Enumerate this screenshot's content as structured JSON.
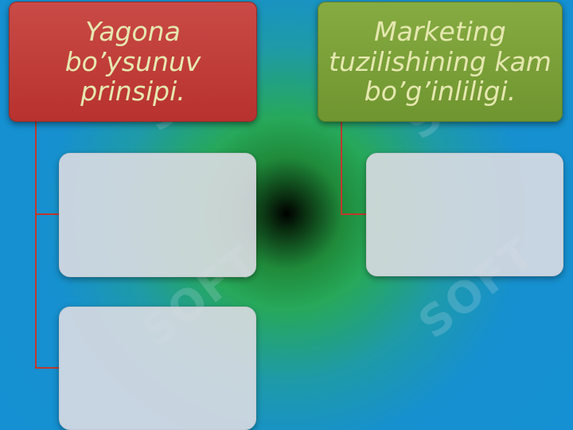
{
  "headers": {
    "left": "Yagona bo’ysunuv prinsipi.",
    "right": "Marketing tuzilishining kam bo’g’inliligi."
  },
  "content": {
    "left_1": "",
    "left_2": "",
    "right_1": ""
  },
  "watermark": "SOFT",
  "colors": {
    "header_left": "#b8322f",
    "header_right": "#6f9530",
    "connector": "#c0392b",
    "header_text": "#e6e8b0"
  }
}
